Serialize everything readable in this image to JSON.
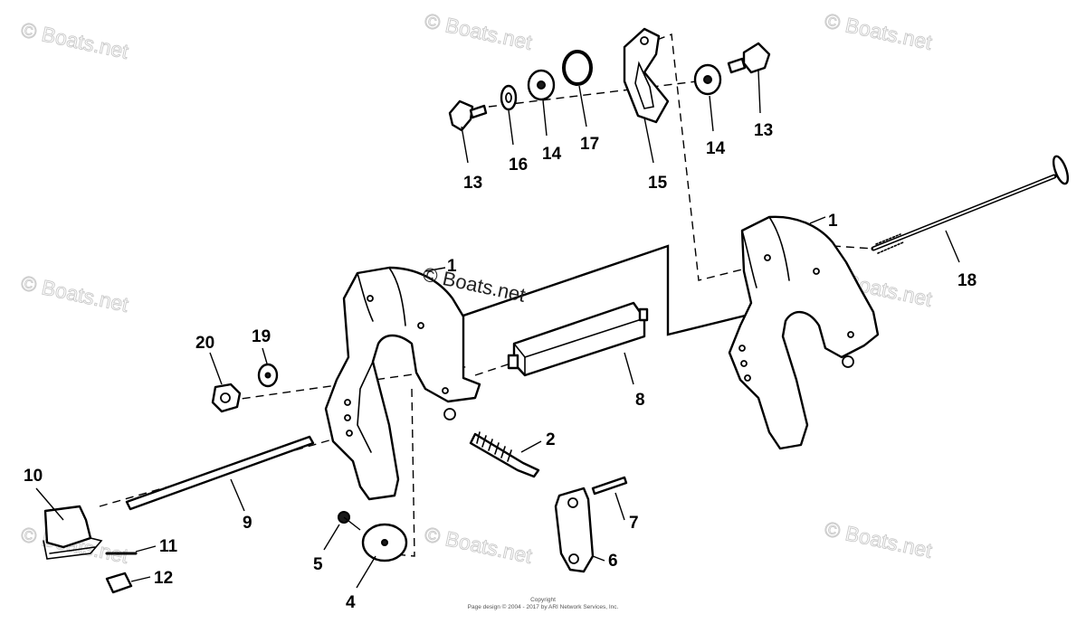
{
  "watermarks": {
    "text": "© Boats.net"
  },
  "callouts": {
    "c1a": "1",
    "c1b": "1",
    "c2": "2",
    "c4": "4",
    "c5": "5",
    "c6": "6",
    "c7": "7",
    "c8": "8",
    "c9": "9",
    "c10": "10",
    "c11": "11",
    "c12": "12",
    "c13a": "13",
    "c13b": "13",
    "c14a": "14",
    "c14b": "14",
    "c15": "15",
    "c16": "16",
    "c17": "17",
    "c18": "18",
    "c19": "19",
    "c20": "20"
  },
  "copyright": {
    "line1": "Copyright",
    "line2": "Page design © 2004 - 2017 by ARI Network Services, Inc."
  }
}
